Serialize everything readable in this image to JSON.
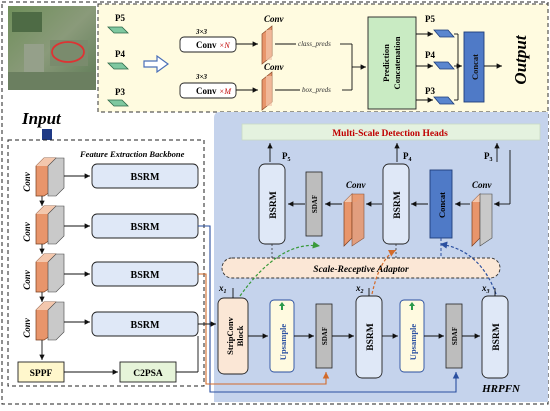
{
  "top": {
    "p5": "P5",
    "p4": "P4",
    "p3": "P3",
    "kernel_1": "3×3",
    "kernel_2": "3×3",
    "conv_label_1": "Conv",
    "conv_label_2": "Conv",
    "conv_box_1": "Conv",
    "conv_box_1_mult": "×N",
    "conv_box_2": "Conv",
    "conv_box_2_mult": "×M",
    "class_preds": "class_preds",
    "box_preds": "box_preds",
    "pred_concat_1": "Prediction",
    "pred_concat_2": "Concatenation",
    "out_p5": "P5",
    "out_p4": "P4",
    "out_p3": "P3",
    "concat": "Concat",
    "output": "Output"
  },
  "left": {
    "input": "Input",
    "backbone": "Feature Extraction Backbone",
    "conv_labels": [
      "Conv",
      "Conv",
      "Conv",
      "Conv"
    ],
    "bsrm_labels": [
      "BSRM",
      "BSRM",
      "BSRM",
      "BSRM"
    ],
    "sppf": "SPPF",
    "c2psa": "C2PSA"
  },
  "hrpfn": {
    "title": "HRPFN",
    "heads": "Multi-Scale Detection Heads",
    "p5": "P",
    "p5_sub": "5",
    "p4": "P",
    "p4_sub": "4",
    "p3": "P",
    "p3_sub": "3",
    "upper_bsrm_1": "BSRM",
    "upper_bsrm_2": "BSRM",
    "upper_sdaf": "SDAF",
    "upper_concat": "Concat",
    "conv_1": "Conv",
    "conv_2": "Conv",
    "adaptor": "Scale-Receptive Adaptor",
    "x1": "x",
    "x1_sub": "1",
    "x2": "x",
    "x2_sub": "2",
    "x3": "x",
    "x3_sub": "3",
    "strip_1": "StripConv",
    "strip_2": "Block",
    "upsample_1": "Upsample",
    "upsample_2": "Upsample",
    "sdaf_1": "SDAF",
    "sdaf_2": "SDAF",
    "bsrm_1": "BSRM",
    "bsrm_2": "BSRM"
  },
  "colors": {
    "top_panel": "#fffbe0",
    "hrpfn_panel": "#c5d3ec",
    "bsrm_fill": "#dfe8f7",
    "concat_fill": "#4f7ac7",
    "pred_fill": "#c9ebc3",
    "feature_green": "#7fc8a0",
    "feature_blue": "#5a86cf",
    "conv_orange": "#e8956b",
    "upsample_fill": "#fffae0",
    "sdaf_fill": "#bdbdbd",
    "heads_fill": "#e4f2df",
    "arrow_dark": "#1f2e55",
    "red_text": "#c00000",
    "sppf_fill": "#fff7cc",
    "c2psa_fill": "#e6f4d9"
  }
}
